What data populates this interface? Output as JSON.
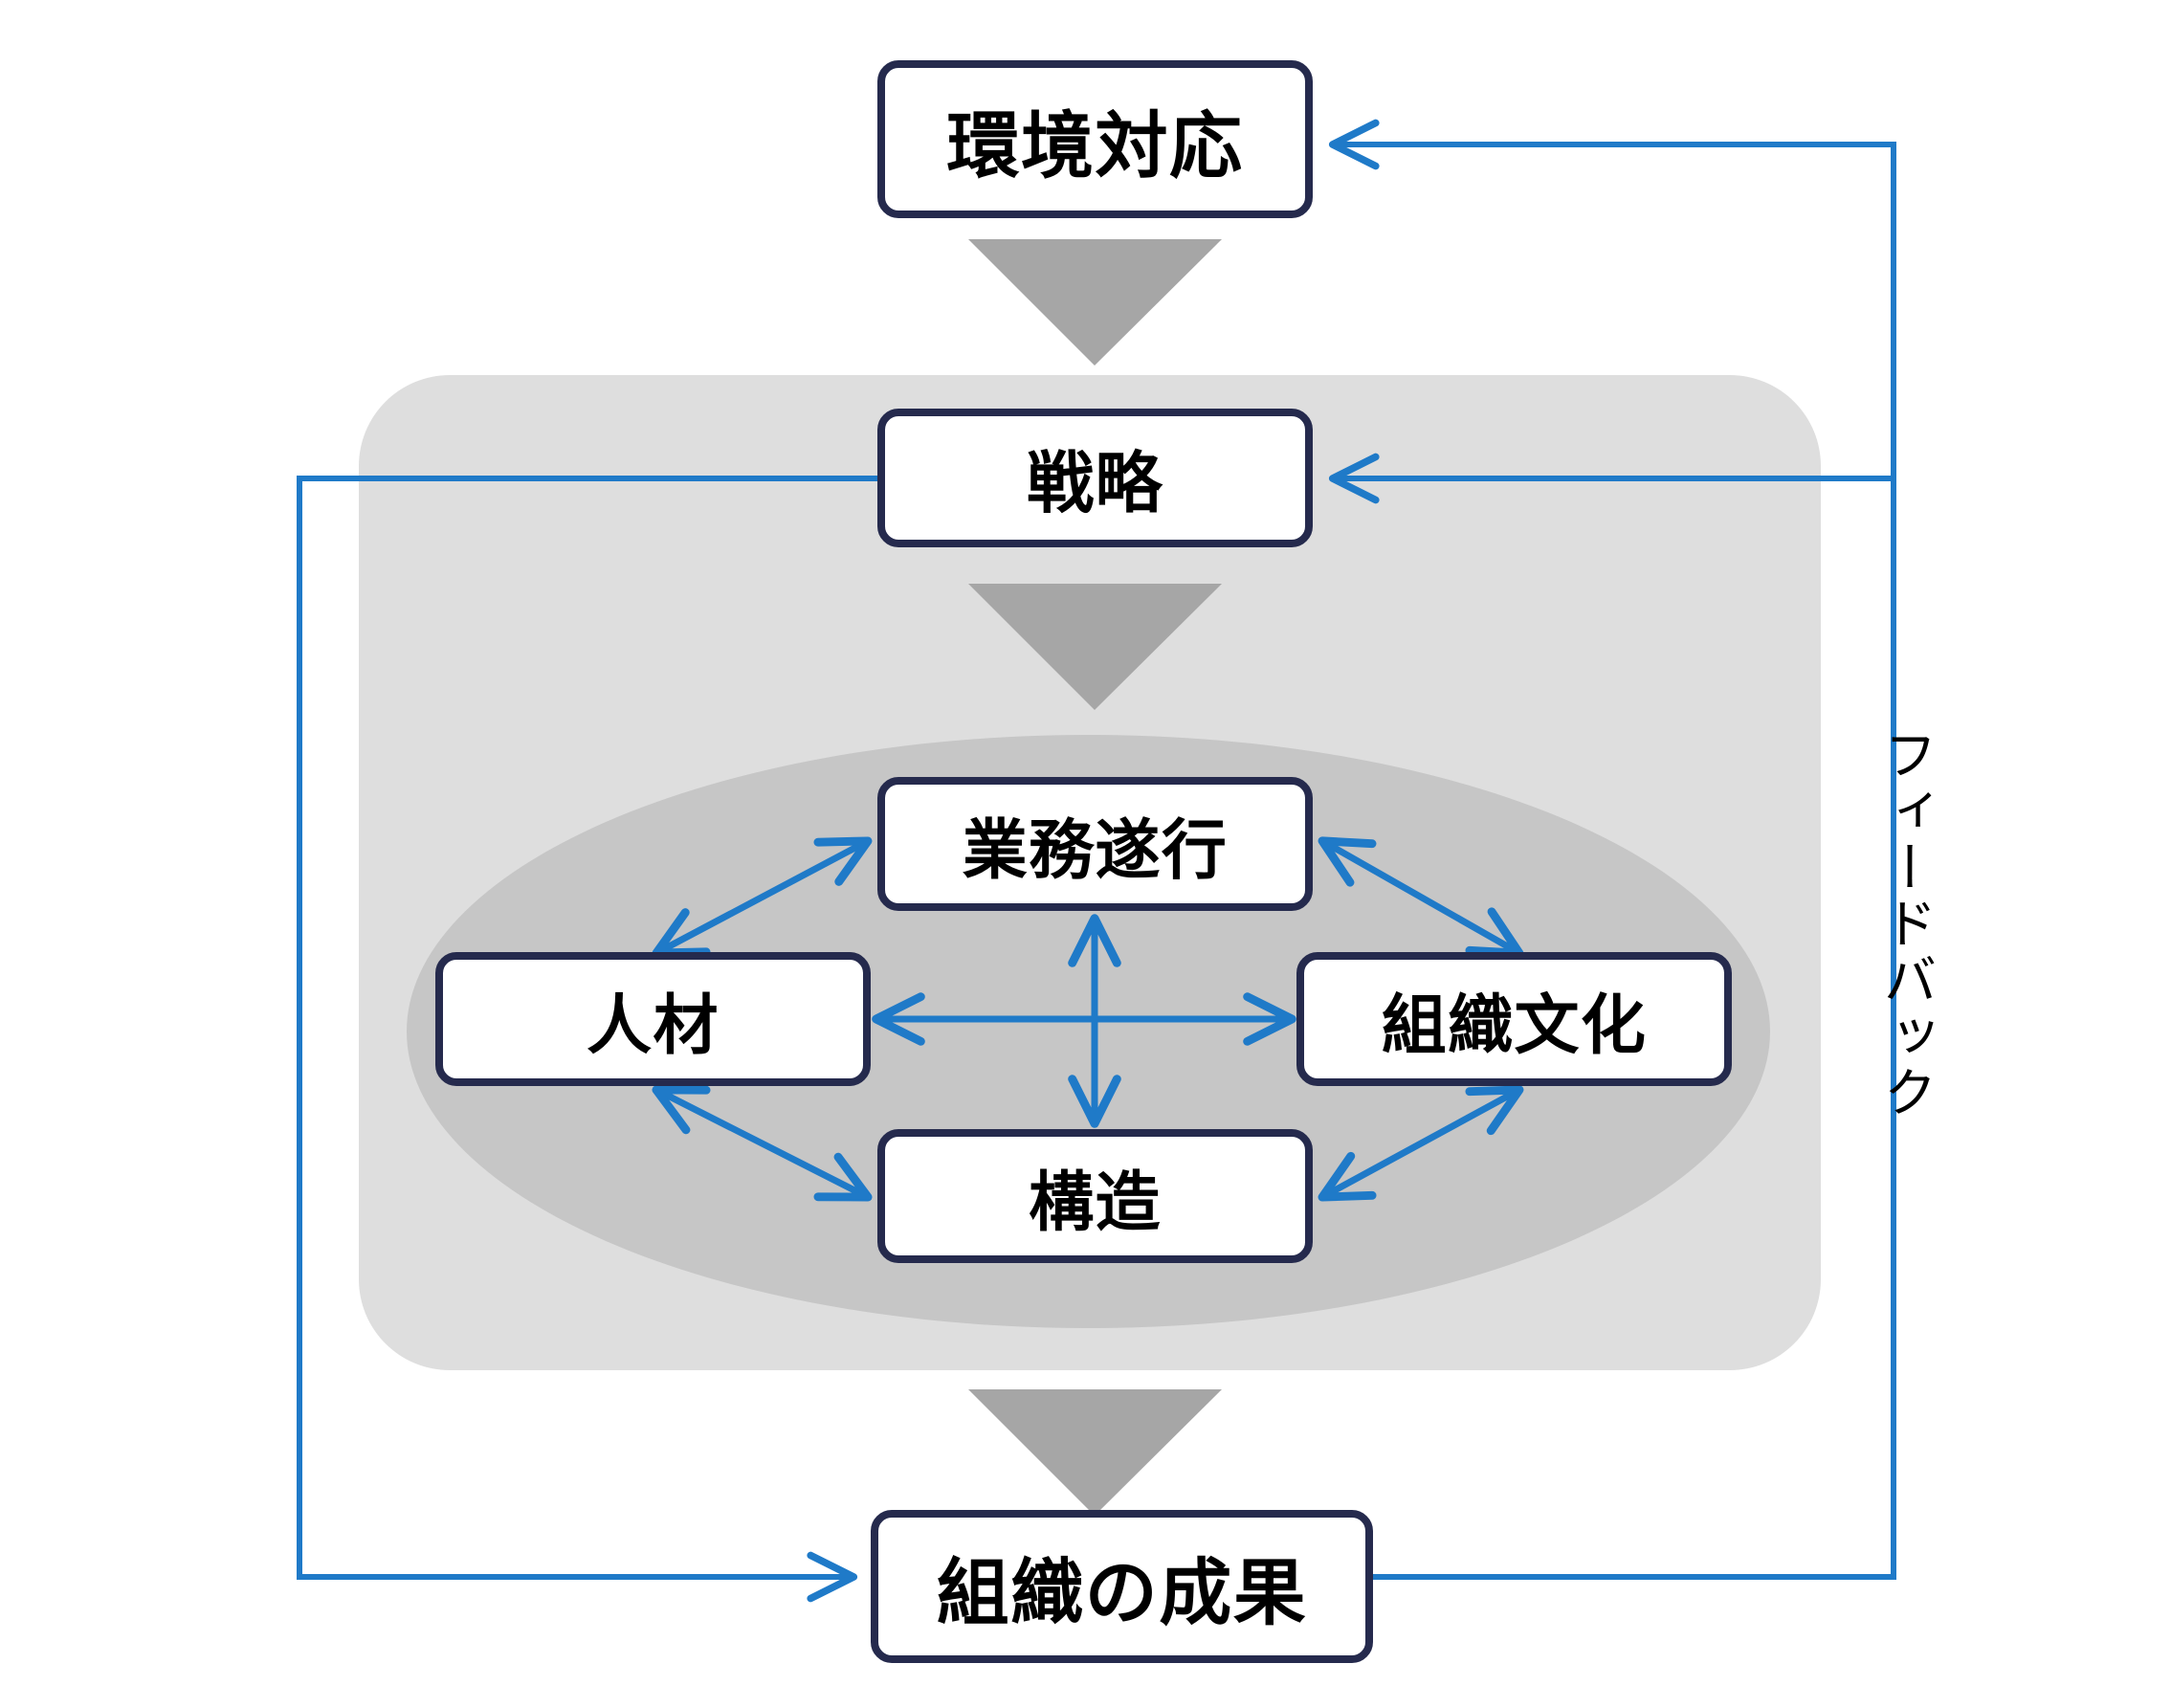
{
  "diagram": {
    "title_text_present": false,
    "nodes": [
      {
        "id": "env",
        "label": "環境対応"
      },
      {
        "id": "strategy",
        "label": "戦略"
      },
      {
        "id": "ops",
        "label": "業務遂行"
      },
      {
        "id": "people",
        "label": "人材"
      },
      {
        "id": "culture",
        "label": "組織文化"
      },
      {
        "id": "structure",
        "label": "構造"
      },
      {
        "id": "results",
        "label": "組織の成果"
      }
    ],
    "annotations": {
      "feedback_label": "フィードバック"
    },
    "groups": [
      {
        "id": "org-panel",
        "label": "",
        "shape": "rounded-rect"
      },
      {
        "id": "core-ellipse",
        "label": "",
        "shape": "ellipse"
      }
    ],
    "flow_arrows": [
      {
        "from": "env",
        "to": "strategy",
        "style": "gray-triangle"
      },
      {
        "from": "strategy",
        "to": "ops-group",
        "style": "gray-triangle"
      },
      {
        "from": "org-panel",
        "to": "results",
        "style": "gray-triangle"
      }
    ],
    "interaction_arrows": [
      {
        "from": "people",
        "to": "ops",
        "style": "blue-double"
      },
      {
        "from": "ops",
        "to": "culture",
        "style": "blue-double"
      },
      {
        "from": "people",
        "to": "structure",
        "style": "blue-double"
      },
      {
        "from": "structure",
        "to": "culture",
        "style": "blue-double"
      },
      {
        "from": "people",
        "to": "culture",
        "style": "blue-double-horizontal"
      },
      {
        "from": "ops",
        "to": "structure",
        "style": "blue-double-vertical"
      }
    ],
    "feedback_arrows": [
      {
        "from": "results",
        "to": "env",
        "style": "blue-single",
        "path": "right-up-left"
      },
      {
        "from": "results",
        "to": "strategy",
        "style": "blue-single",
        "path": "right-up-left"
      },
      {
        "from": "strategy",
        "to": "results",
        "style": "blue-single",
        "path": "left-down-right"
      }
    ],
    "colors": {
      "node_border": "#252A4D",
      "node_fill": "#FFFFFF",
      "panel_gray": "#DEDEDE",
      "ellipse_gray": "#C6C6C6",
      "flow_arrow_gray": "#A6A6A6",
      "link_blue": "#1F7AC8",
      "text": "#000000",
      "background": "#FFFFFF"
    }
  }
}
